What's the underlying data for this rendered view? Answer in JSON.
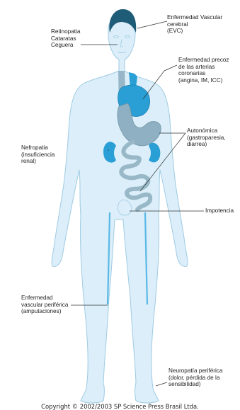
{
  "labels": {
    "evc": [
      "Enfermedad Vascular",
      "cerebral",
      "(EVC)"
    ],
    "eyes": [
      "Retinopatia",
      "Cataratas",
      "Ceguera"
    ],
    "coronary": [
      "Enfermedad precoz",
      "de las arterias",
      "coronarias",
      "(angina, IM, ICC)"
    ],
    "nephro": [
      "Nefropatia",
      "(insuficiencia",
      "renal)"
    ],
    "autonomic": [
      "Autonómica",
      "(gastroparesia,",
      "diarrea)"
    ],
    "impotence": [
      "Impotencia"
    ],
    "pvd": [
      "Enfermedad",
      "vascular periférica",
      "(amputaciones)"
    ],
    "neuropathy": [
      "Neuropatía periférica",
      "(dolor, pérdida de la",
      "sensibilidad)"
    ]
  },
  "copyright": "Copyright © 2002/2003 SP Science Press Brasil Ltda.",
  "colors": {
    "skin": "#dbeef9",
    "outline": "#9fcbe3",
    "hair": "#1f5c78",
    "organ_blue": "#2a9fd6",
    "stomach": "#8fb0c2",
    "intestine": "#98b8c8",
    "vessel": "#5ab8e6",
    "leader": "#333333"
  }
}
